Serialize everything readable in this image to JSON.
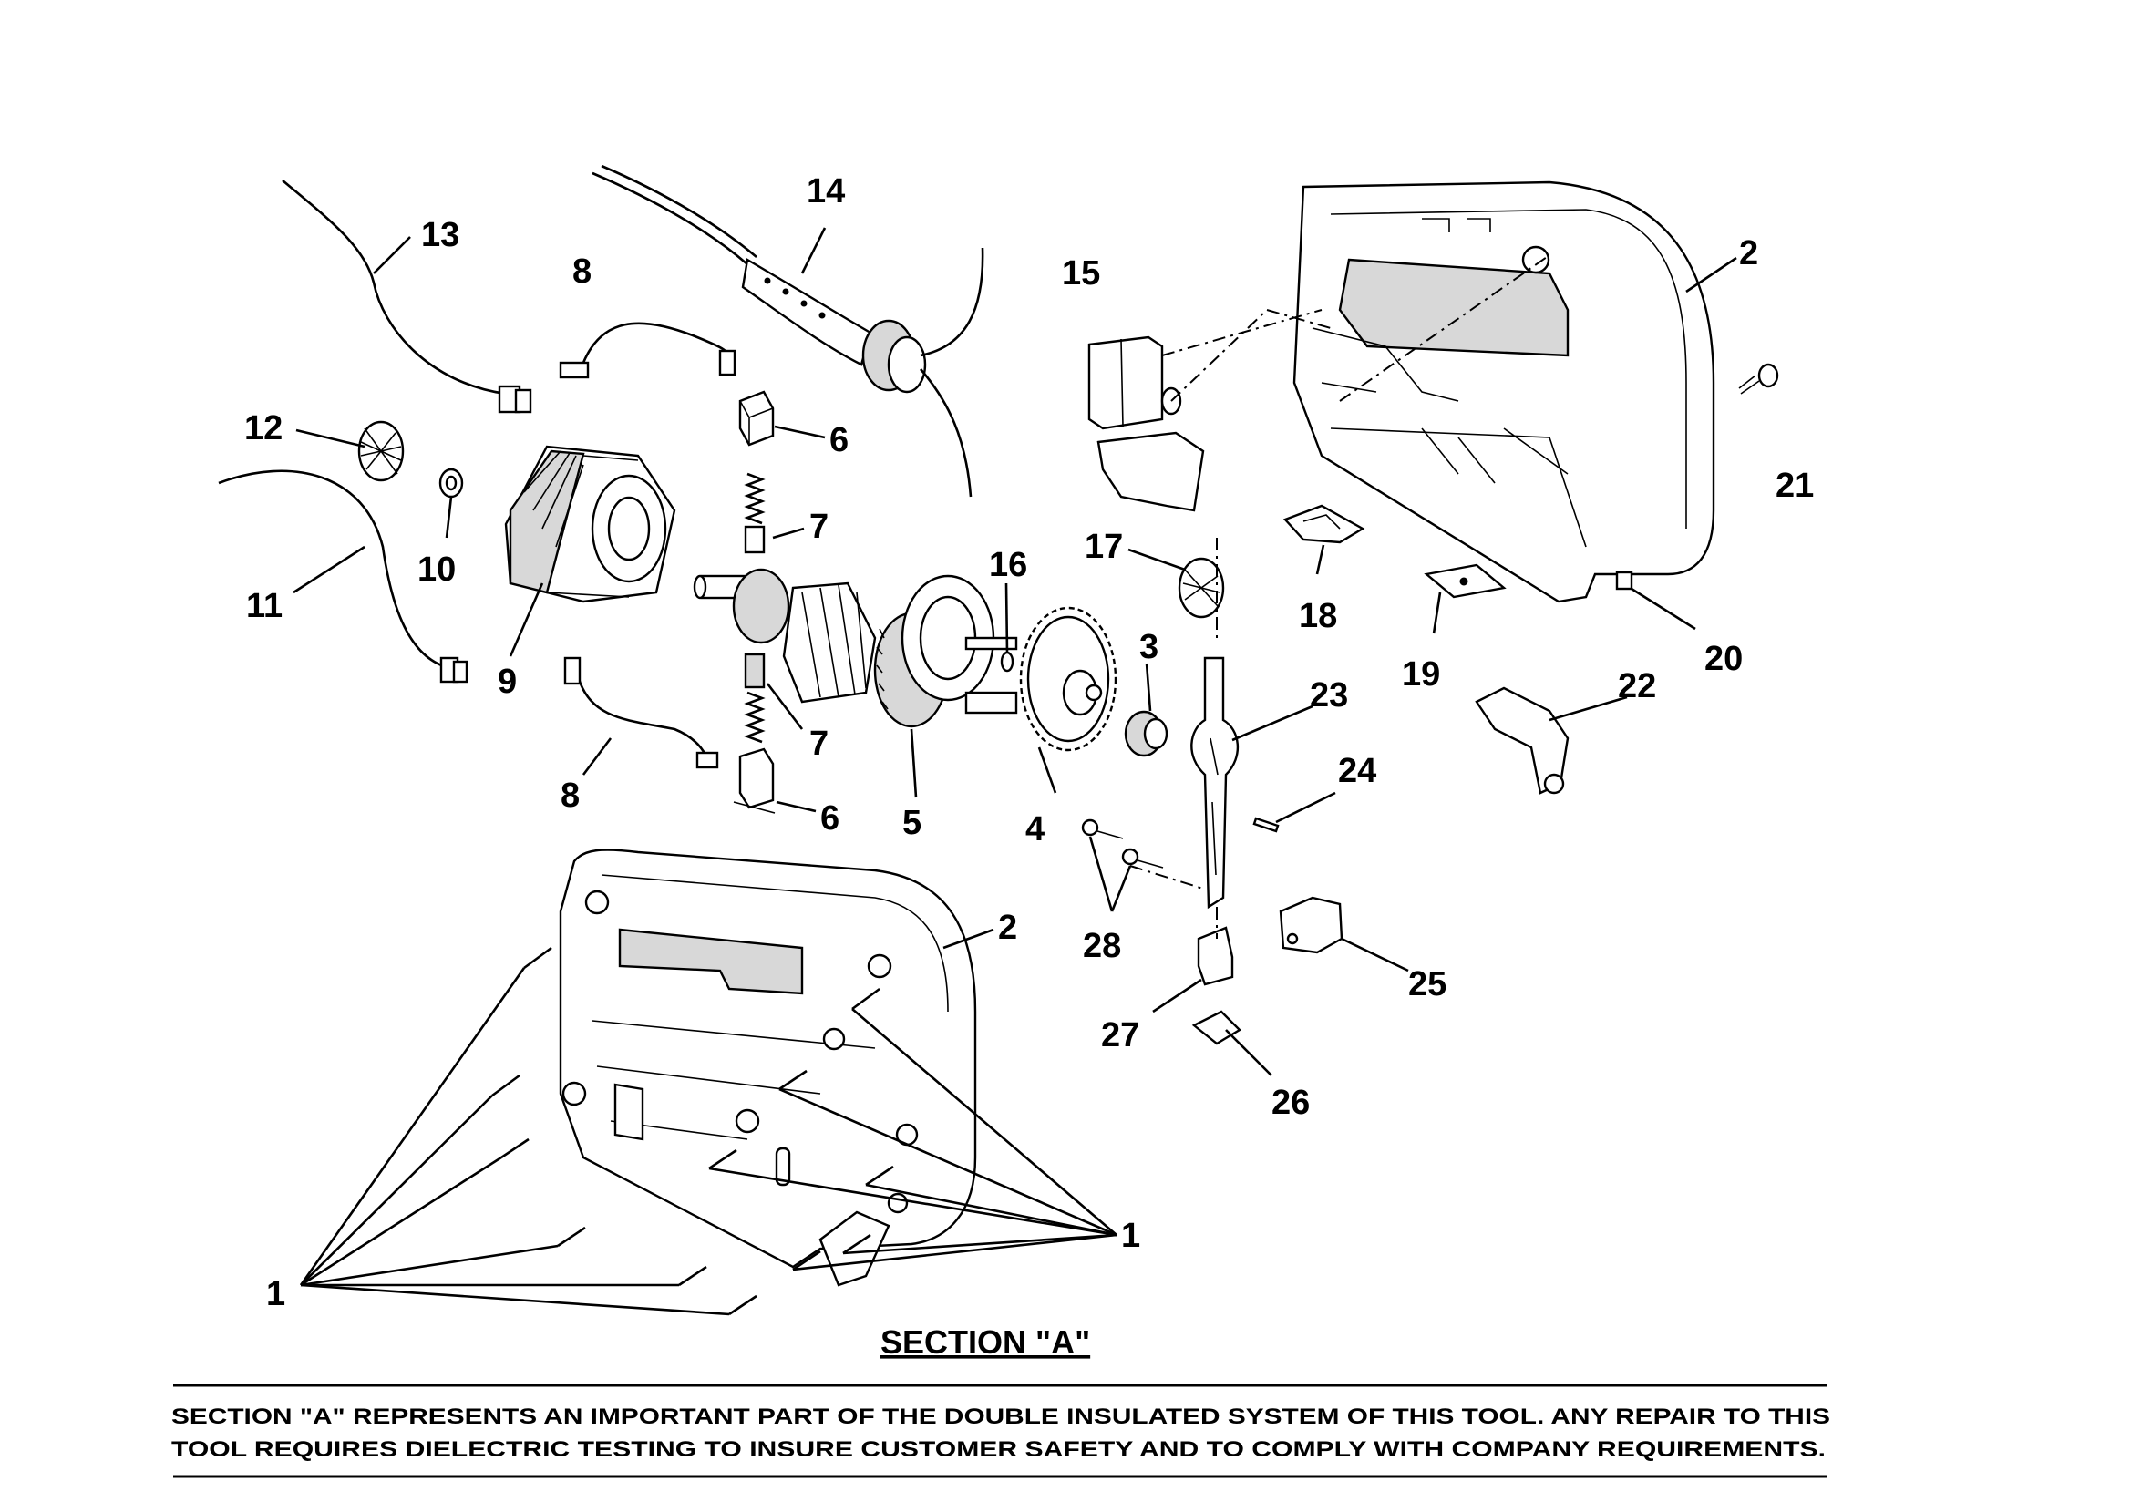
{
  "diagram": {
    "callouts": [
      {
        "id": "c1a",
        "text": "1"
      },
      {
        "id": "c1b",
        "text": "1"
      },
      {
        "id": "c2a",
        "text": "2"
      },
      {
        "id": "c2b",
        "text": "2"
      },
      {
        "id": "c3",
        "text": "3"
      },
      {
        "id": "c4",
        "text": "4"
      },
      {
        "id": "c5",
        "text": "5"
      },
      {
        "id": "c6a",
        "text": "6"
      },
      {
        "id": "c6b",
        "text": "6"
      },
      {
        "id": "c7a",
        "text": "7"
      },
      {
        "id": "c7b",
        "text": "7"
      },
      {
        "id": "c8a",
        "text": "8"
      },
      {
        "id": "c8b",
        "text": "8"
      },
      {
        "id": "c9",
        "text": "9"
      },
      {
        "id": "c10",
        "text": "10"
      },
      {
        "id": "c11",
        "text": "11"
      },
      {
        "id": "c12",
        "text": "12"
      },
      {
        "id": "c13",
        "text": "13"
      },
      {
        "id": "c14",
        "text": "14"
      },
      {
        "id": "c15",
        "text": "15"
      },
      {
        "id": "c16",
        "text": "16"
      },
      {
        "id": "c17",
        "text": "17"
      },
      {
        "id": "c18",
        "text": "18"
      },
      {
        "id": "c19",
        "text": "19"
      },
      {
        "id": "c20",
        "text": "20"
      },
      {
        "id": "c21",
        "text": "21"
      },
      {
        "id": "c22",
        "text": "22"
      },
      {
        "id": "c23",
        "text": "23"
      },
      {
        "id": "c24",
        "text": "24"
      },
      {
        "id": "c25",
        "text": "25"
      },
      {
        "id": "c26",
        "text": "26"
      },
      {
        "id": "c27",
        "text": "27"
      },
      {
        "id": "c28",
        "text": "28"
      }
    ],
    "section_title": "SECTION \"A\"",
    "note_line1": "SECTION \"A\" REPRESENTS AN IMPORTANT PART OF THE DOUBLE INSULATED SYSTEM OF THIS TOOL.  ANY REPAIR TO THIS",
    "note_line2": "TOOL REQUIRES DIELECTRIC TESTING TO INSURE CUSTOMER SAFETY AND TO COMPLY WITH COMPANY REQUIREMENTS."
  }
}
